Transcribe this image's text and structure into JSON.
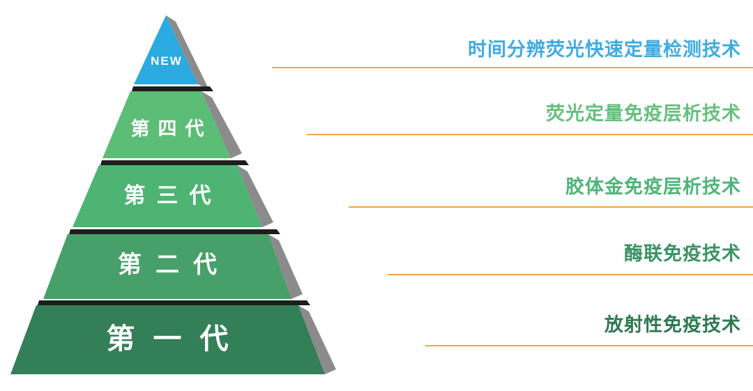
{
  "diagram": {
    "type": "pyramid",
    "levels": [
      {
        "rank": "NEW",
        "tech": "时间分辨荧光快速定量检测技术",
        "face_color": "#2ba9e1",
        "text_color": "#3fabe2"
      },
      {
        "rank": "第四代",
        "tech": "荧光定量免疫层析技术",
        "face_color": "#5cbd76",
        "text_color": "#64c07d"
      },
      {
        "rank": "第三代",
        "tech": "胶体金免疫层析技术",
        "face_color": "#4db474",
        "text_color": "#4eb578"
      },
      {
        "rank": "第二代",
        "tech": "酶联免疫技术",
        "face_color": "#47a069",
        "text_color": "#3b9365"
      },
      {
        "rank": "第一代",
        "tech": "放射性免疫技术",
        "face_color": "#337f58",
        "text_color": "#2d7a51"
      }
    ],
    "accents": {
      "underline_color": "#f0a542",
      "shadow_color": "#8b8b8b",
      "edge_color": "#1d1d1d",
      "level_label_color": "#ffffff",
      "background": "#ffffff"
    }
  }
}
